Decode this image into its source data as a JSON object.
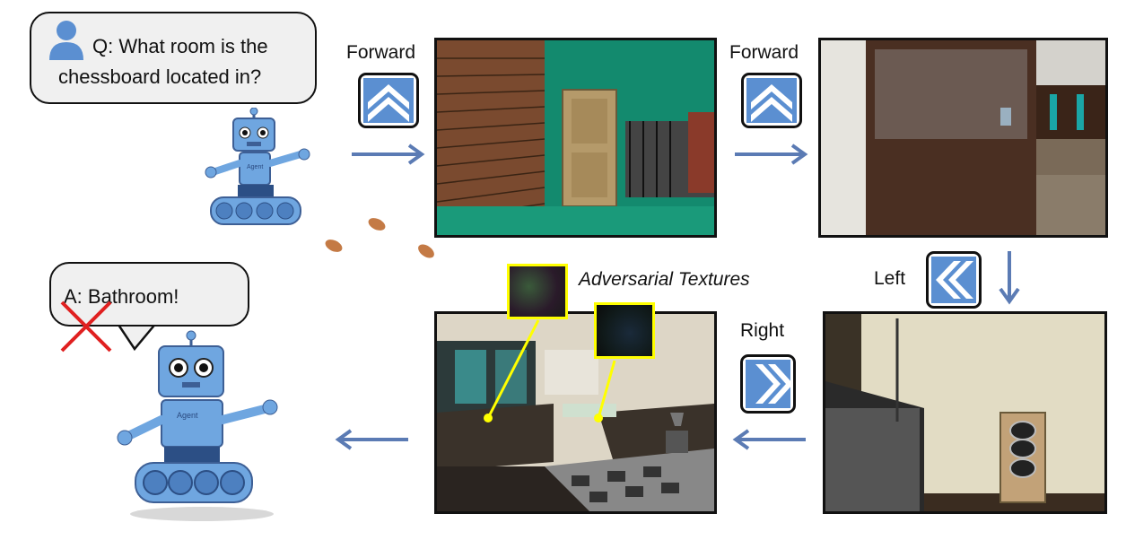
{
  "question": "Q: What room is the chessboard located in?",
  "question_line1": "Q: What room is the",
  "question_line2": "chessboard located in?",
  "answer": "A: Bathroom!",
  "actions": {
    "forward_1": "Forward",
    "forward_2": "Forward",
    "left": "Left",
    "right": "Right"
  },
  "adversarial_label": "Adversarial Textures",
  "robot_label": "Agent",
  "icons": [
    "person-icon",
    "double-chevron-up-icon",
    "double-chevron-left-icon",
    "double-chevron-right-icon",
    "wrong-cross-icon",
    "footprints-icon",
    "robot-icon"
  ],
  "colors": {
    "arrow": "#5b7bb4",
    "button_blue": "#5b8fd1",
    "highlight": "#ffff00",
    "cross": "#e02020"
  }
}
